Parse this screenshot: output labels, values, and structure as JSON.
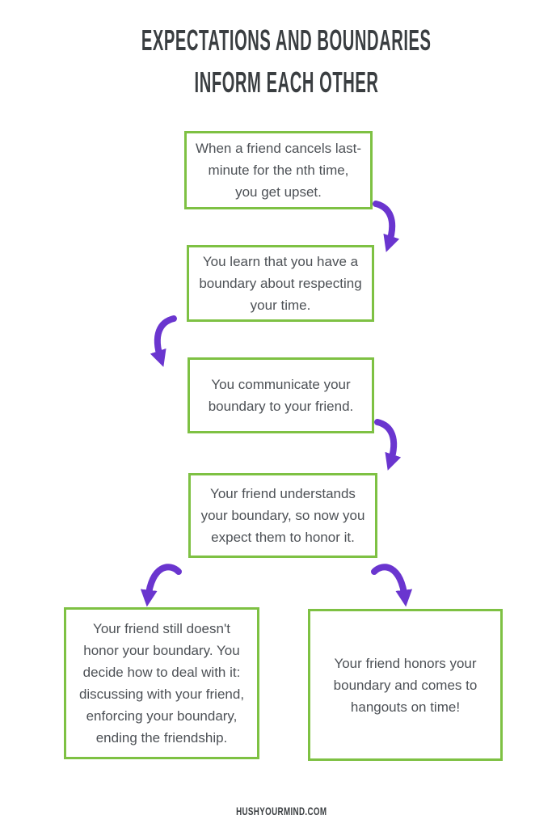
{
  "title": {
    "line1": "EXPECTATIONS AND BOUNDARIES",
    "line2": "INFORM EACH OTHER"
  },
  "flow": {
    "steps": [
      {
        "id": "step-1",
        "text": "When a friend cancels last-\nminute for the nth time,\nyou get upset."
      },
      {
        "id": "step-2",
        "text": "You learn that you have a\nboundary about respecting\nyour time."
      },
      {
        "id": "step-3",
        "text": "You communicate your\nboundary to your friend."
      },
      {
        "id": "step-4",
        "text": "Your friend understands\nyour boundary, so now you\nexpect them to honor it."
      },
      {
        "id": "outcome-negative",
        "text": "Your friend still doesn't\nhonor your boundary. You\ndecide how to deal with it:\ndiscussing with your friend,\nenforcing your boundary,\nending the friendship."
      },
      {
        "id": "outcome-positive",
        "text": "Your friend honors your\nboundary and comes to\nhangouts on time!"
      }
    ],
    "arrows": [
      {
        "name": "arrow-step1-to-step2",
        "direction": "curve-right-down"
      },
      {
        "name": "arrow-step2-to-step3",
        "direction": "curve-left-down"
      },
      {
        "name": "arrow-step3-to-step4",
        "direction": "curve-right-down"
      },
      {
        "name": "arrow-step4-to-negative",
        "direction": "branch-left-down"
      },
      {
        "name": "arrow-step4-to-positive",
        "direction": "branch-right-down"
      }
    ]
  },
  "footer": {
    "website": "HUSHYOURMIND.COM"
  },
  "colors": {
    "box_border": "#7ec143",
    "arrow": "#6a35cf",
    "title_text": "#3a3e41",
    "body_text": "#4d5156",
    "background": "#ffffff"
  }
}
